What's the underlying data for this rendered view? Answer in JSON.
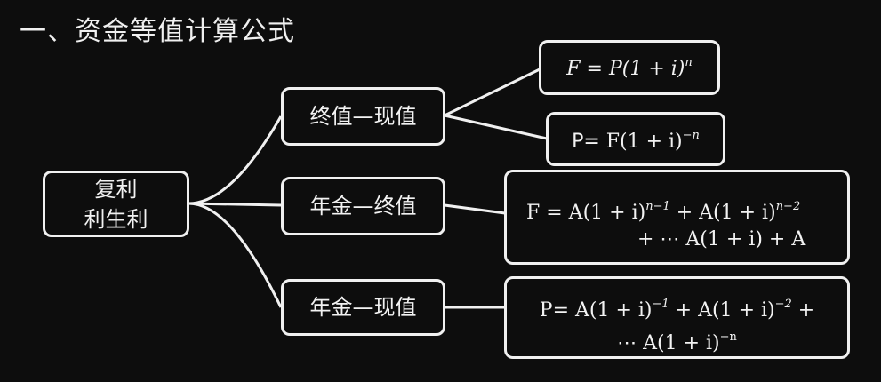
{
  "title": "一、资金等值计算公式",
  "root": {
    "line1": "复利",
    "line2": "利生利"
  },
  "branches": [
    {
      "label": "终值—现值"
    },
    {
      "label": "年金—终值"
    },
    {
      "label": "年金—现值"
    }
  ],
  "formulas": {
    "fv_single": {
      "lhs": "F",
      "eq": " = ",
      "body": "P(1 + i)",
      "exp": "n"
    },
    "pv_single": {
      "lhs": "P=",
      "body": " F(1 + i)",
      "exp": "−n"
    },
    "fv_annuity": {
      "line1_a": "F = A(1 + i)",
      "exp1": "n−1",
      "line1_b": " + A(1 + i)",
      "exp2": "n−2",
      "line2": "+ ⋯ A(1 + i) + A"
    },
    "pv_annuity": {
      "line1_a": "P= A(1 + i)",
      "exp1": "−1",
      "line1_b": " + A(1 + i)",
      "exp2": "−2",
      "line1_c": " +",
      "line2_a": "⋯ A(1 + i)",
      "exp3": "−n"
    }
  }
}
